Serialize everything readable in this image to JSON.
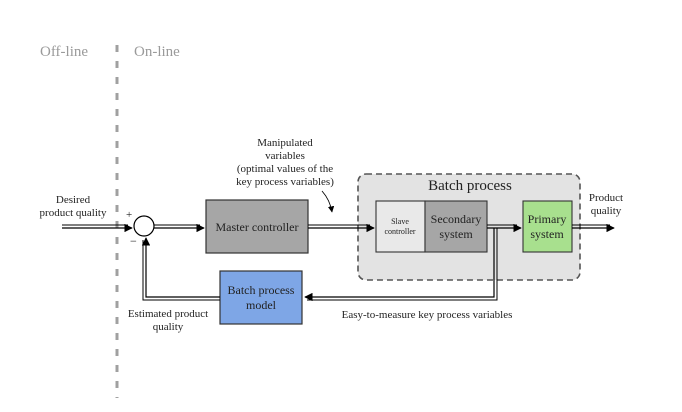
{
  "phases": {
    "offline": "Off-line",
    "online": "On-line"
  },
  "inputs": {
    "desired_line1": "Desired",
    "desired_line2": "product quality"
  },
  "summing": {
    "plus": "+",
    "minus": "−"
  },
  "blocks": {
    "master_controller": "Master controller",
    "batch_process_title": "Batch process",
    "slave_line1": "Slave",
    "slave_line2": "controller",
    "secondary_line1": "Secondary",
    "secondary_line2": "system",
    "primary_line1": "Primary",
    "primary_line2": "system",
    "model_line1": "Batch process",
    "model_line2": "model"
  },
  "labels": {
    "manip_line1": "Manipulated",
    "manip_line2": "variables",
    "manip_line3": "(optimal values of the",
    "manip_line4": "key process variables)",
    "product_line1": "Product",
    "product_line2": "quality",
    "estimated_line1": "Estimated product",
    "estimated_line2": "quality",
    "easy_measure": "Easy-to-measure key process variables"
  },
  "colors": {
    "master_fill": "#a6a6a6",
    "secondary_fill": "#a6a6a6",
    "slave_fill": "#e9e9e9",
    "primary_fill": "#a8e08e",
    "model_fill": "#7ea6e6",
    "batch_bg": "#e3e3e3",
    "phase_text": "#9a9a9a"
  }
}
